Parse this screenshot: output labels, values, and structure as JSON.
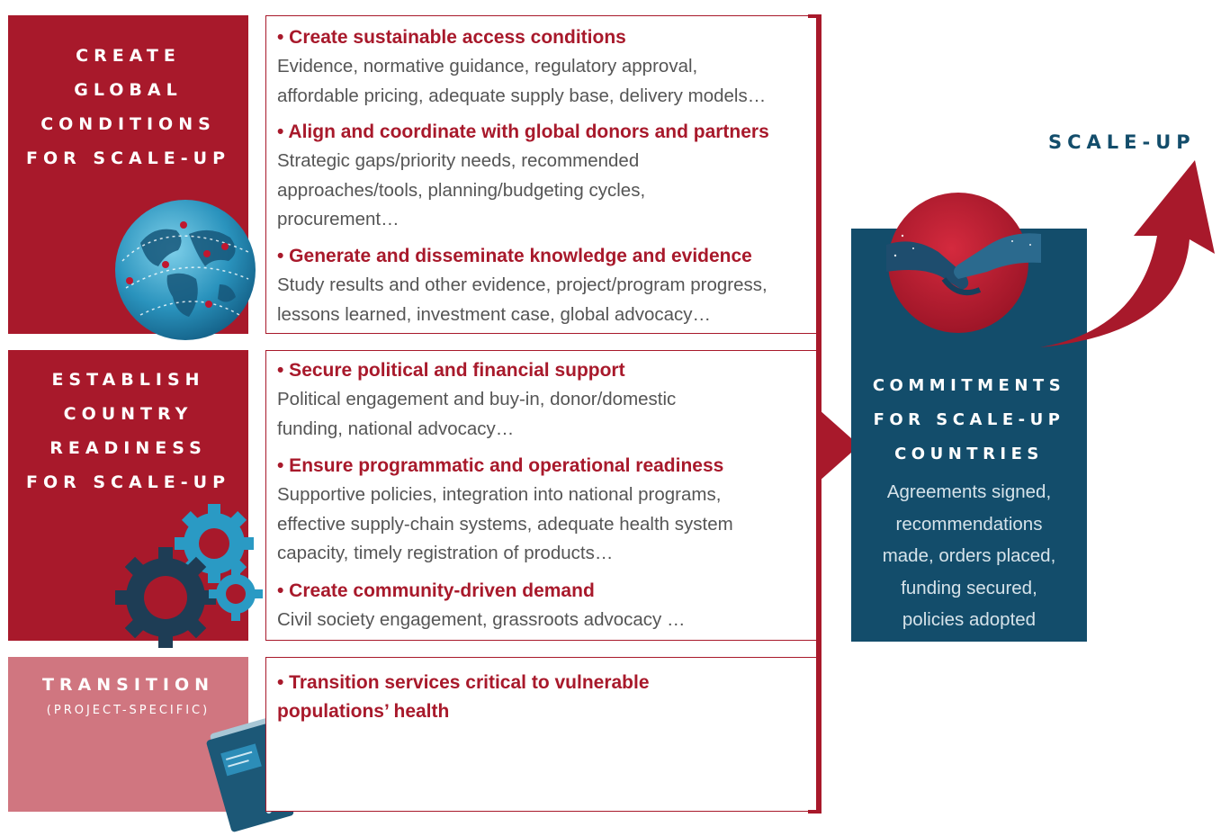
{
  "colors": {
    "primary_red": "#a8192b",
    "transition_pink": "#d07680",
    "navy": "#134d6b",
    "text_gray": "#555555"
  },
  "blocks": [
    {
      "title": "CREATE\nGLOBAL\nCONDITIONS\nFOR SCALE-UP",
      "icon": "globe-icon",
      "items": [
        {
          "head": "• Create sustainable access conditions",
          "body": "Evidence, normative guidance, regulatory approval,\naffordable pricing, adequate supply base, delivery models…"
        },
        {
          "head": "• Align and coordinate with global donors and partners",
          "body": "Strategic gaps/priority needs, recommended\napproaches/tools, planning/budgeting cycles,\nprocurement…"
        },
        {
          "head": "• Generate and disseminate knowledge and evidence",
          "body": "Study results and other evidence, project/program progress,\nlessons learned, investment case, global advocacy…"
        }
      ]
    },
    {
      "title": "ESTABLISH\nCOUNTRY\nREADINESS\nFOR SCALE-UP",
      "icon": "gears-icon",
      "items": [
        {
          "head": "• Secure political and financial support",
          "body": "Political engagement and buy-in, donor/domestic\nfunding, national advocacy…"
        },
        {
          "head": "• Ensure programmatic and operational readiness",
          "body": "Supportive policies, integration into national programs,\neffective supply-chain systems, adequate health system\ncapacity, timely registration of products…"
        },
        {
          "head": "• Create community-driven demand",
          "body": "Civil society engagement, grassroots advocacy …"
        }
      ]
    },
    {
      "title": "TRANSITION",
      "subtitle": "(PROJECT-SPECIFIC)",
      "icon": "folder-icon",
      "items": [
        {
          "head": "• Transition services critical to vulnerable\npopulations’ health",
          "body": ""
        }
      ]
    }
  ],
  "outcome": {
    "title": "COMMITMENTS\nFOR SCALE-UP\nCOUNTRIES",
    "body": "Agreements signed,\nrecommendations\nmade, orders placed,\nfunding secured,\npolicies adopted",
    "icon": "handshake-icon"
  },
  "scale_up": {
    "label": "SCALE-UP",
    "icon": "curved-arrow-icon"
  }
}
